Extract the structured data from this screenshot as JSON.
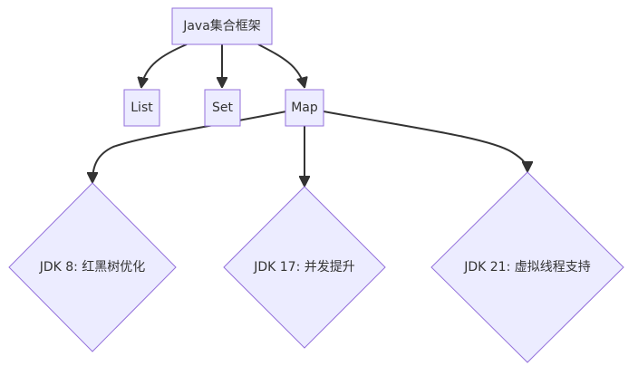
{
  "diagram": {
    "type": "flowchart",
    "direction": "top-down",
    "nodes": {
      "root": {
        "label": "Java集合框架",
        "shape": "rect"
      },
      "list": {
        "label": "List",
        "shape": "rect"
      },
      "set": {
        "label": "Set",
        "shape": "rect"
      },
      "map": {
        "label": "Map",
        "shape": "rect"
      },
      "jdk8": {
        "label": "JDK 8: 红黑树优化",
        "shape": "diamond"
      },
      "jdk17": {
        "label": "JDK 17: 并发提升",
        "shape": "diamond"
      },
      "jdk21": {
        "label": "JDK 21: 虚拟线程支持",
        "shape": "diamond"
      }
    },
    "edges": [
      {
        "from": "root",
        "to": "list"
      },
      {
        "from": "root",
        "to": "set"
      },
      {
        "from": "root",
        "to": "map"
      },
      {
        "from": "map",
        "to": "jdk8"
      },
      {
        "from": "map",
        "to": "jdk17"
      },
      {
        "from": "map",
        "to": "jdk21"
      }
    ],
    "colors": {
      "node_fill": "#ECECFF",
      "node_stroke": "#9370DB",
      "edge": "#333333",
      "text": "#333333",
      "background": "#FFFFFF"
    }
  }
}
